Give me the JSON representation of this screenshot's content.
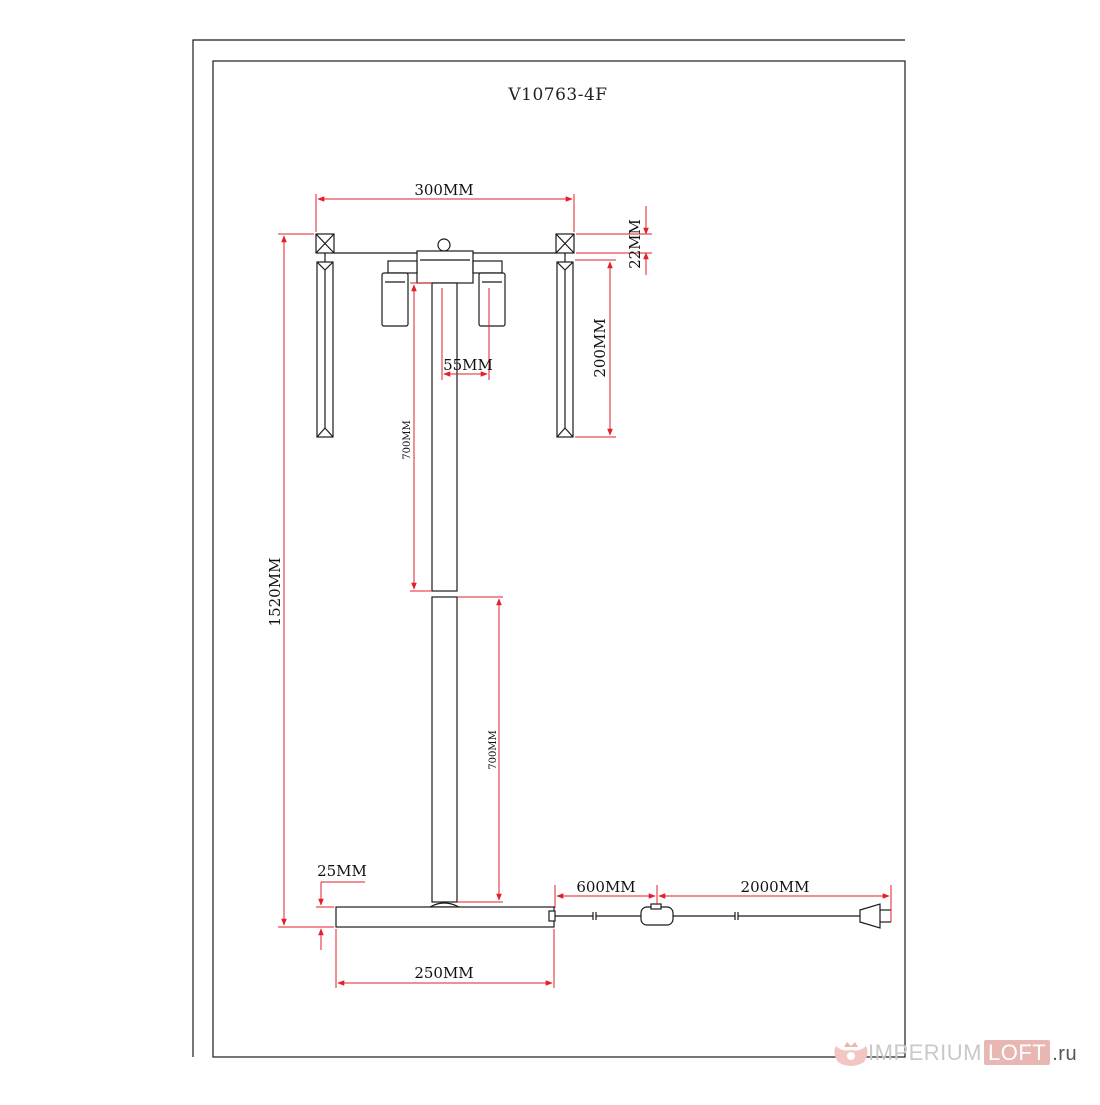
{
  "title": "V10763-4F",
  "dimensions": {
    "width_top": "300MM",
    "height_22": "22MM",
    "height_200": "200MM",
    "width_55": "55MM",
    "rod_upper": "700MM",
    "rod_lower": "700MM",
    "total_height": "1520MM",
    "base_thickness": "25MM",
    "base_width": "250MM",
    "cord_to_switch": "600MM",
    "cord_to_plug": "2000MM"
  },
  "watermark": {
    "brand_main": "IMPERIUM",
    "brand_accent": "LOFT",
    "domain": ".ru",
    "logo_icon": "crown-shield-icon"
  },
  "colors": {
    "dimension_line": "#e0202a",
    "drawing_line": "#1a1a1a",
    "accent": "#e9b7b3"
  }
}
